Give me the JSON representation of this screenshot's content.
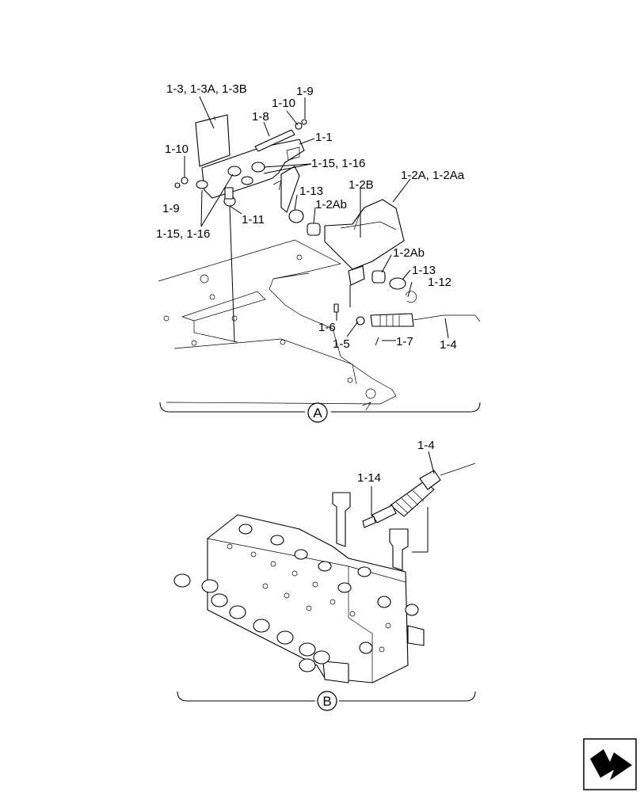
{
  "callouts": {
    "c1_3": "1-3, 1-3A, 1-3B",
    "c1_9_top": "1-9",
    "c1_10_top": "1-10",
    "c1_8": "1-8",
    "c1_1": "1-1",
    "c1_15_top": "1-15, 1-16",
    "c1_10_left": "1-10",
    "c1_9_left": "1-9",
    "c1_15_left": "1-15, 1-16",
    "c1_11": "1-11",
    "c1_13_top": "1-13",
    "c1_2Ab_top": "1-2Ab",
    "c1_2B": "1-2B",
    "c1_2A": "1-2A, 1-2Aa",
    "c1_2Ab_bot": "1-2Ab",
    "c1_13_bot": "1-13",
    "c1_12": "1-12",
    "c1_6": "1-6",
    "c1_5": "1-5",
    "c1_7": "1-7",
    "c1_4_a": "1-4",
    "c1_4_b": "1-4",
    "c1_14": "1-14"
  },
  "views": {
    "a": "A",
    "b": "B"
  },
  "nav": {
    "icon": "next-page-arrow-icon"
  }
}
